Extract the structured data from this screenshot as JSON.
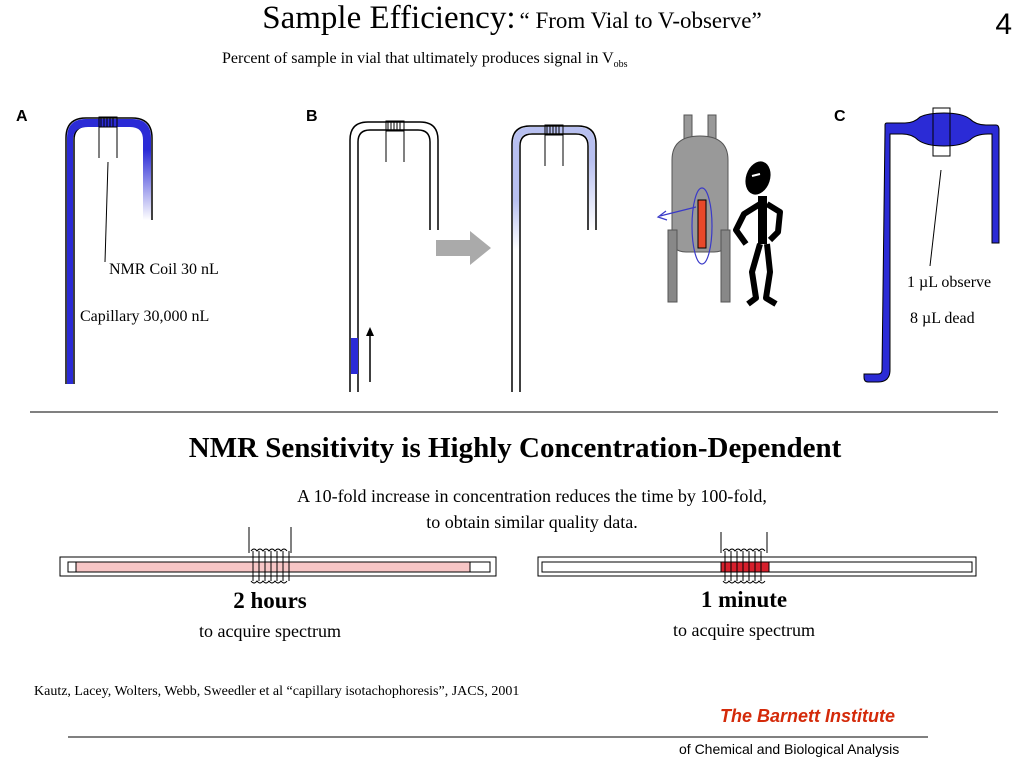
{
  "header": {
    "title": "Sample Efficiency:",
    "title_quote": "“ From Vial to V-observe”",
    "subtitle": "Percent of sample in vial that ultimately produces signal in V",
    "subtitle_sub": "obs",
    "page_number": "4"
  },
  "panels": {
    "a": {
      "letter": "A",
      "coil_label": "NMR Coil 30 nL",
      "capillary_label": "Capillary 30,000 nL"
    },
    "b": {
      "letter": "B"
    },
    "c": {
      "letter": "C",
      "observe_label": "1 µL observe",
      "dead_label": "8 µL dead"
    }
  },
  "section2": {
    "title": "NMR Sensitivity is Highly Concentration-Dependent",
    "desc_line1": "A 10-fold increase in concentration reduces the time by 100-fold,",
    "desc_line2": "to obtain similar quality data."
  },
  "comparison": {
    "left": {
      "time": "2 hours",
      "caption": "to acquire spectrum"
    },
    "right": {
      "time": "1 minute",
      "caption": "to acquire spectrum"
    }
  },
  "footer": {
    "citation": "Kautz, Lacey, Wolters, Webb, Sweedler et al   “capillary isotachophoresis”,  JACS, 2001",
    "institute": "The Barnett Institute",
    "institute_sub": "of Chemical and Biological Analysis"
  },
  "colors": {
    "sample_blue": "#2b2bd6",
    "light_blue": "#b8c0f0",
    "pink": "#f7c6c6",
    "red": "#d61f2c",
    "orange_red": "#e8482a",
    "gray": "#999999",
    "institute_red": "#d42a0a"
  },
  "icons": [
    "nmr-coil-icon",
    "arrow-right-icon",
    "up-arrow-icon",
    "magnet-icon",
    "stick-figure-icon"
  ]
}
